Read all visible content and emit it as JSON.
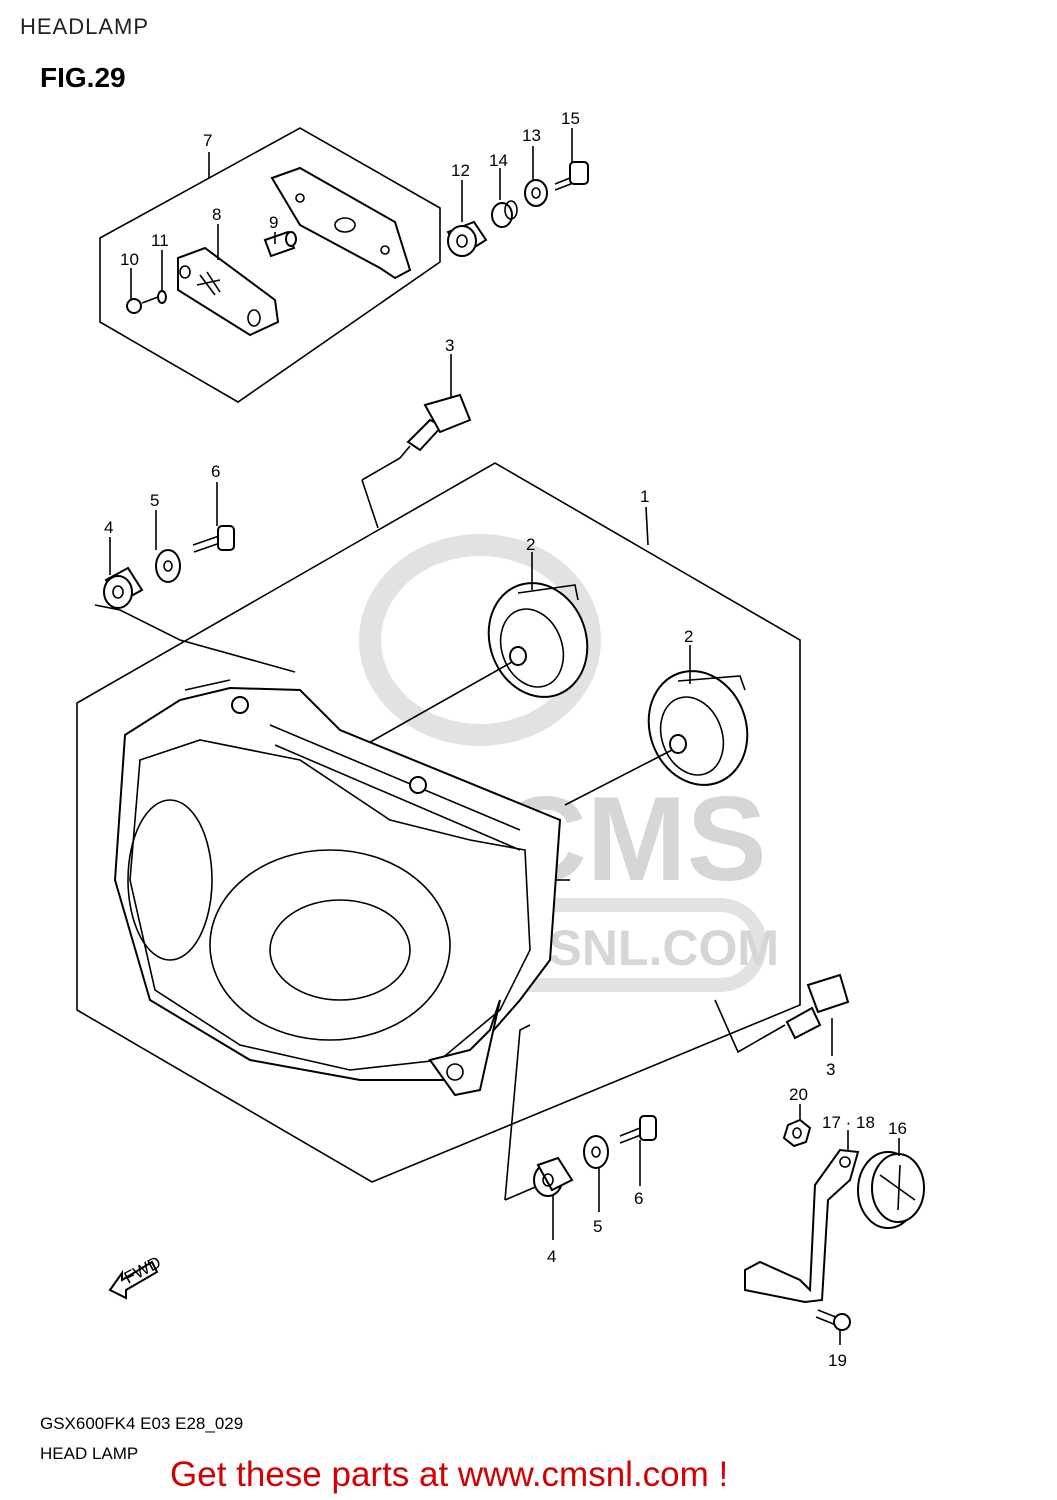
{
  "header": {
    "section": "HEADLAMP",
    "figure": "FIG.29"
  },
  "watermark": {
    "brand": "CMS",
    "url": "WWW.CMSNL.COM"
  },
  "callouts": [
    "1",
    "2",
    "2",
    "3",
    "3",
    "4",
    "4",
    "5",
    "5",
    "6",
    "6",
    "7",
    "8",
    "9",
    "10",
    "11",
    "12",
    "13",
    "14",
    "15",
    "16",
    "17 · 18",
    "19",
    "20"
  ],
  "fwd_label": "FWD",
  "footer": {
    "model_code": "GSX600FK4 E03 E28_029",
    "subtitle": "HEAD LAMP",
    "cta": "Get these parts at www.cmsnl.com !",
    "cta_color": "#d40000"
  }
}
